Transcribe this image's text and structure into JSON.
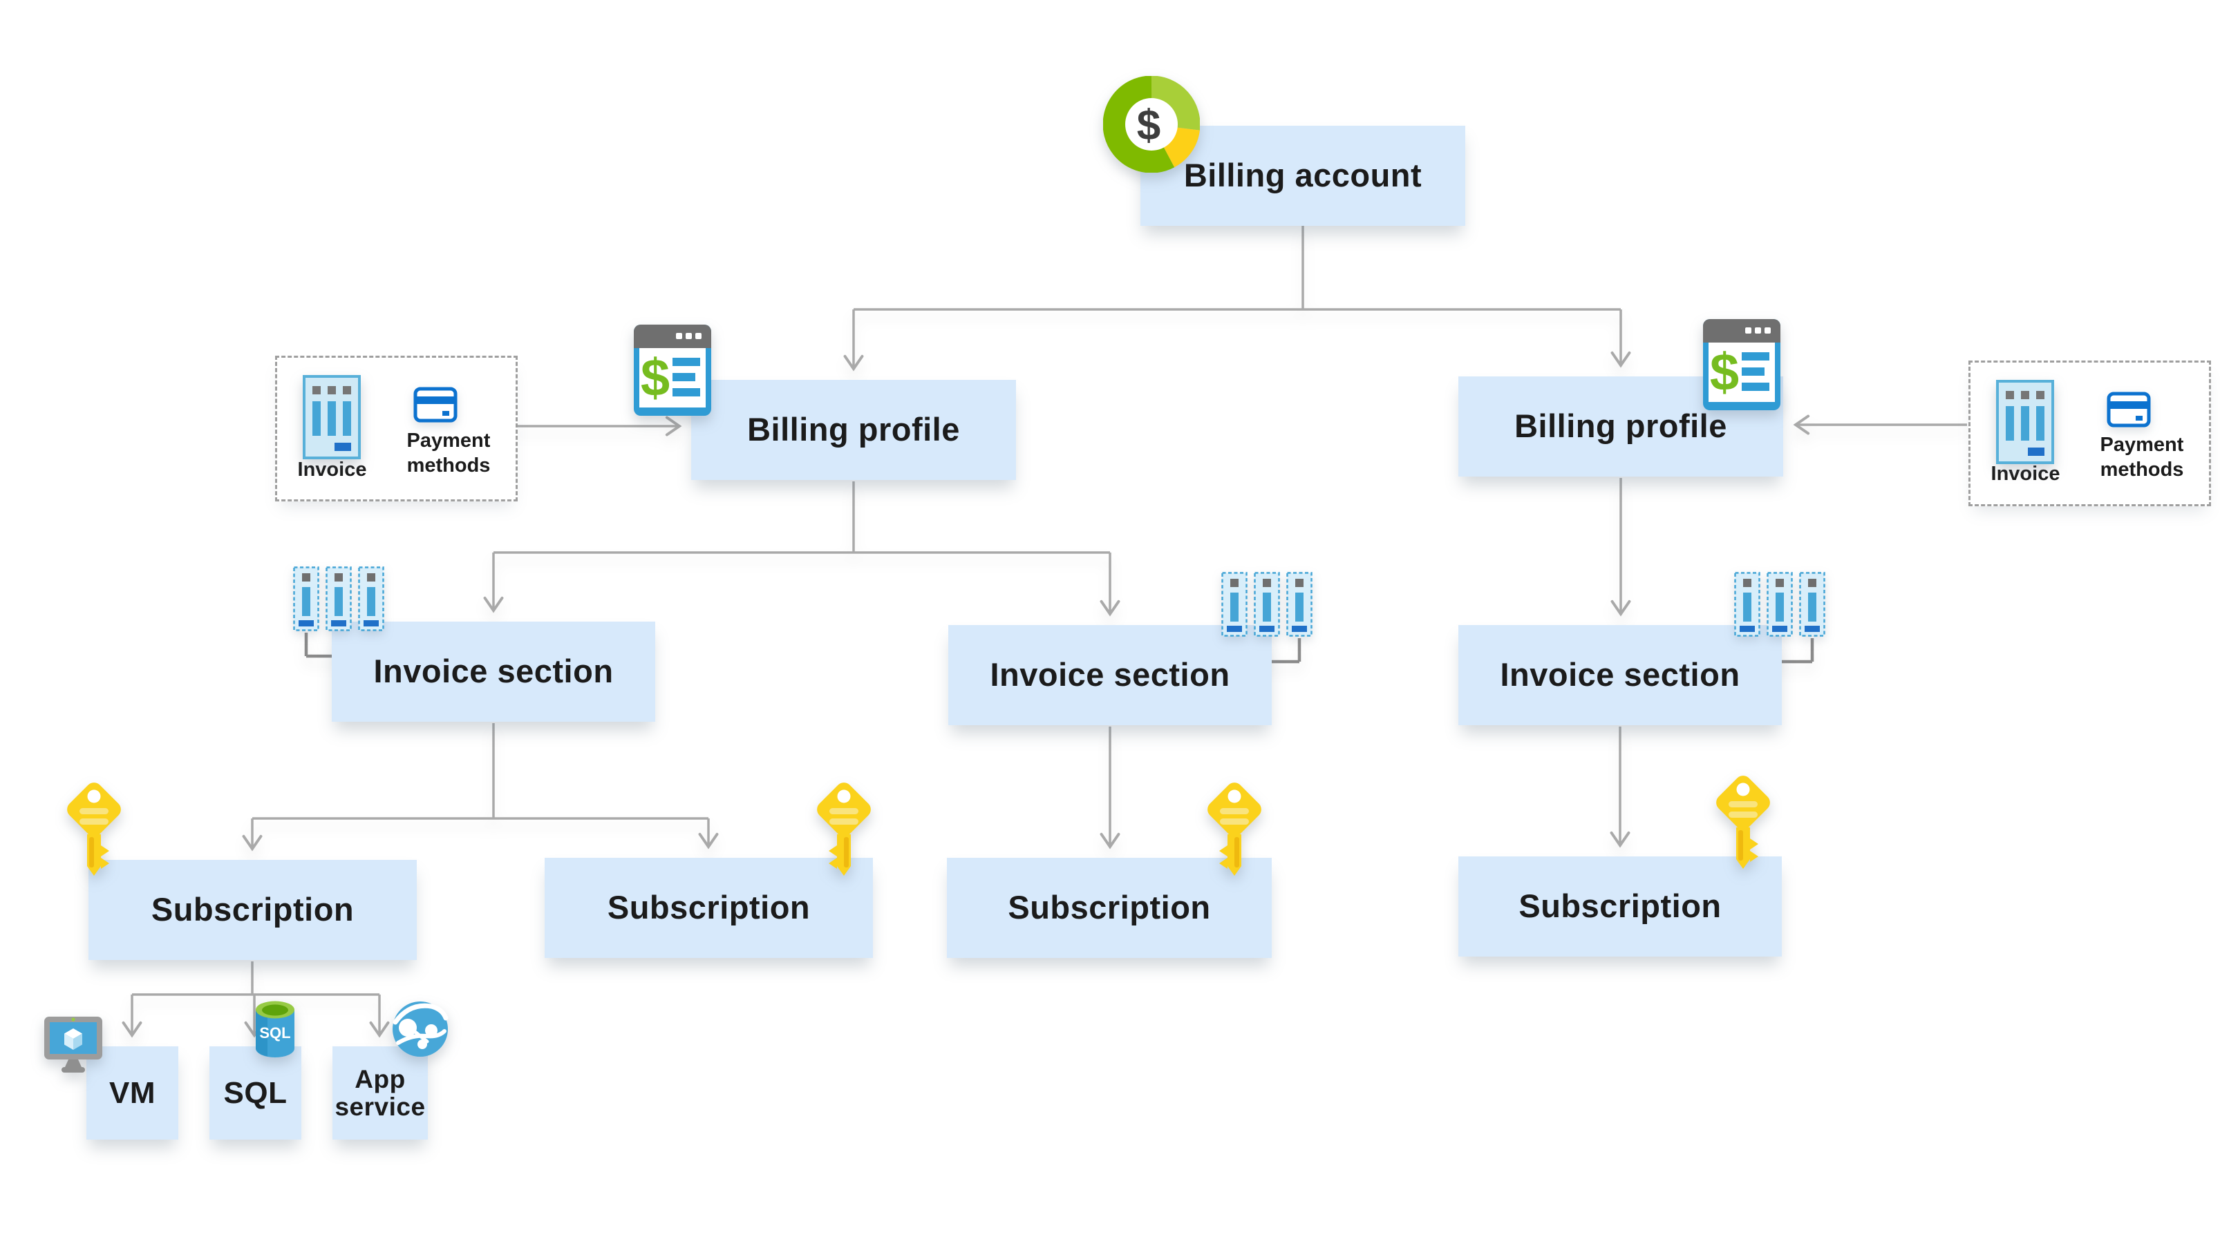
{
  "diagram": {
    "description": "Azure billing account hierarchy diagram"
  },
  "nodes": {
    "billing_account": {
      "label": "Billing account"
    },
    "billing_profile_left": {
      "label": "Billing profile"
    },
    "billing_profile_right": {
      "label": "Billing profile"
    },
    "invoice_section_left": {
      "label": "Invoice section"
    },
    "invoice_section_middle": {
      "label": "Invoice section"
    },
    "invoice_section_right": {
      "label": "Invoice section"
    },
    "subscription_1": {
      "label": "Subscription"
    },
    "subscription_2": {
      "label": "Subscription"
    },
    "subscription_3": {
      "label": "Subscription"
    },
    "subscription_4": {
      "label": "Subscription"
    },
    "vm": {
      "label": "VM"
    },
    "sql": {
      "label": "SQL"
    },
    "app_service": {
      "label": "App service"
    }
  },
  "attachments": {
    "left_group": {
      "invoice_label": "Invoice",
      "payment_label": "Payment methods"
    },
    "right_group": {
      "invoice_label": "Invoice",
      "payment_label": "Payment methods"
    }
  },
  "icons": {
    "dollar_glyph": "$",
    "sql_db_label": "SQL"
  },
  "colors": {
    "node_fill": "#d7e9fb",
    "connector_gray": "#a9a9a9",
    "bracket_gray": "#8a8a8a",
    "donut_green": "#7fba00",
    "donut_light_green": "#a8cf38",
    "donut_yellow": "#fdd017",
    "azure_blue": "#2f9bd4",
    "invoice_blue": "#45a5d6",
    "invoice_dark_blue": "#2070c8",
    "card_blue": "#0c72cf",
    "key_yellow": "#fbd21c",
    "sql_green": "#97ca45",
    "text_dark": "#1b1b1b"
  }
}
